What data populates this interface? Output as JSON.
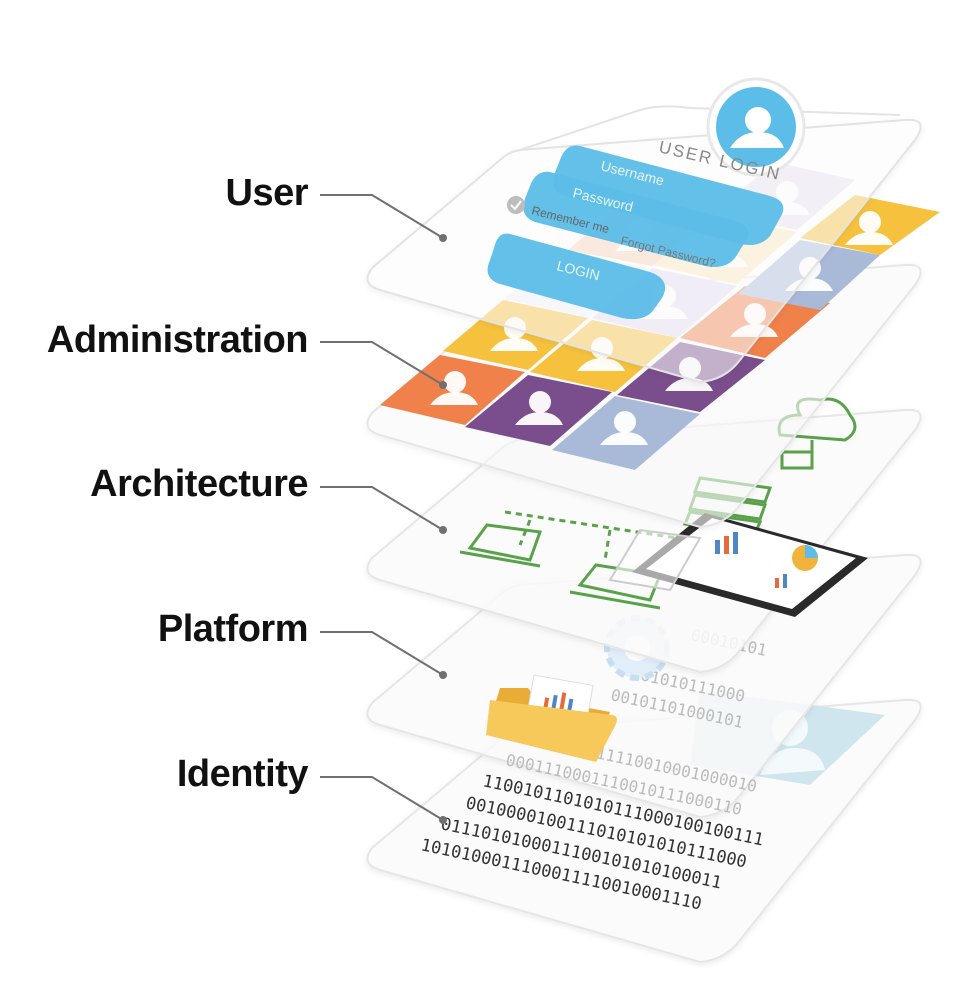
{
  "layers": [
    {
      "id": "user",
      "label": "User"
    },
    {
      "id": "administration",
      "label": "Administration"
    },
    {
      "id": "architecture",
      "label": "Architecture"
    },
    {
      "id": "platform",
      "label": "Platform"
    },
    {
      "id": "identity",
      "label": "Identity"
    }
  ],
  "login": {
    "title": "USER LOGIN",
    "username_placeholder": "Username",
    "password_placeholder": "Password",
    "remember_label": "Remember me",
    "forgot_label": "Forgot Password?",
    "button_label": "LOGIN"
  },
  "binary_lines": [
    "1100101101010111000100100111",
    "0010000100111010101010111000",
    "0111010100011100101010100011",
    "1010100011100011110010001110",
    "0101010111001110001000010101",
    "0001110001110010111000110",
    "1010100011110010001000010",
    "00101101000101",
    "01010111000",
    "00010101"
  ],
  "colors": {
    "login_blue": "#5bbde8",
    "tile_orange": "#f0814a",
    "tile_yellow": "#f6c23e",
    "tile_purple": "#7a4e8c",
    "tile_lavender": "#b7a9d4",
    "tile_blue": "#a9b9d8",
    "tile_peach": "#f9d2b8",
    "arch_green": "#5aa24a",
    "folder_yellow": "#f3c24c",
    "leader_gray": "#707070"
  }
}
